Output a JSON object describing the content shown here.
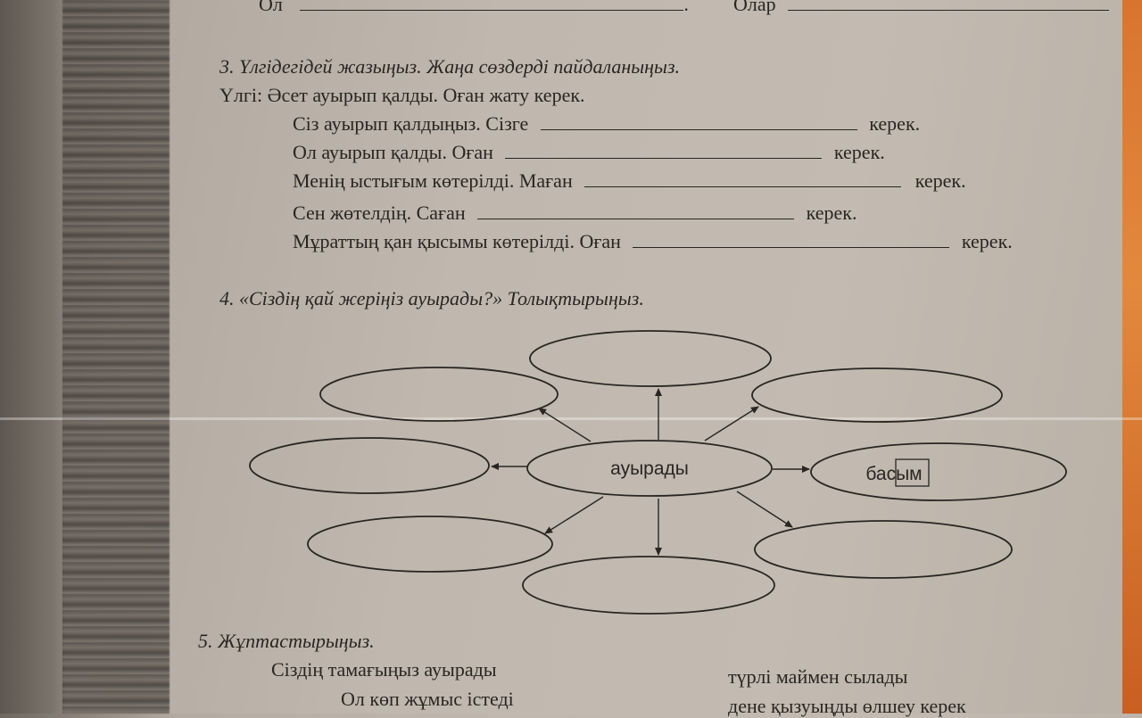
{
  "top_line": {
    "left": "Ол",
    "right": "Олар"
  },
  "task3": {
    "heading": "3. Үлгідегідей жазыңыз. Жаңа сөздерді пайдаланыңыз.",
    "example": "Үлгі: Әсет ауырып қалды. Оған жату керек.",
    "rows": [
      {
        "prompt": "Сіз ауырып қалдыңыз. Сізге",
        "end": "керек."
      },
      {
        "prompt": "Ол ауырып қалды. Оған",
        "end": "керек."
      },
      {
        "prompt": "Менің ыстығым көтерілді. Маған",
        "end": "керек."
      },
      {
        "prompt": "Сен жөтелдің. Саған",
        "end": "керек."
      },
      {
        "prompt": "Мұраттың қан қысымы көтерілді. Оған",
        "end": "керек."
      }
    ]
  },
  "task4": {
    "heading": "4. «Сіздің қай жеріңіз ауырады?» Толықтырыңыз.",
    "center": "ауырады",
    "example_node": "басым"
  },
  "task5": {
    "heading": "5. Жұптастырыңыз.",
    "left": [
      "Сіздің тамағыңыз ауырады",
      "Ол көп жұмыс істеді"
    ],
    "right": [
      "түрлі маймен сылады",
      "дене қызуыңды өлшеу керек"
    ]
  }
}
